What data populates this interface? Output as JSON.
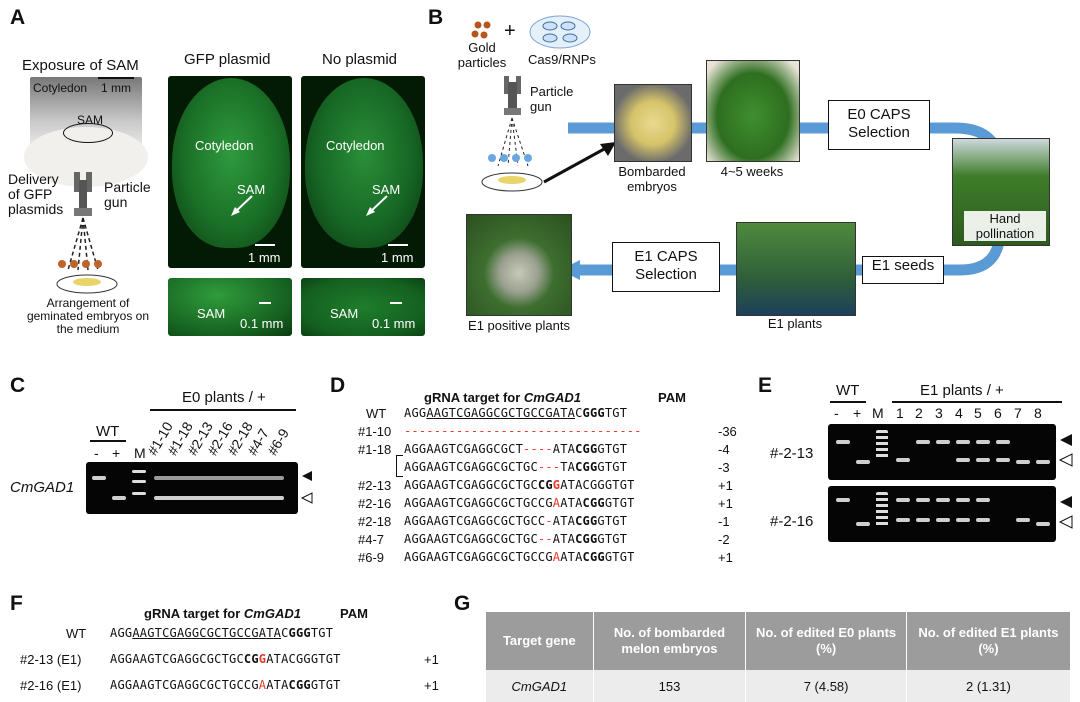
{
  "panelA": {
    "label": "A",
    "exposure_title": "Exposure of SAM",
    "cotyledon_label": "Cotyledon",
    "scale_1mm": "1 mm",
    "sam": "SAM",
    "delivery_label": "Delivery of GFP plasmids",
    "particle_gun": "Particle gun",
    "arrangement_label": "Arrangement of geminated embryos on the medium",
    "gfp_title": "GFP plasmid",
    "noplasmid_title": "No plasmid",
    "cotyledon": "Cotyledon",
    "scale_01mm": "0.1 mm"
  },
  "panelB": {
    "label": "B",
    "gold": "Gold particles",
    "plus": "+",
    "cas9": "Cas9/RNPs",
    "particle_gun": "Particle gun",
    "bombarded": "Bombarded embryos",
    "weeks": "4~5 weeks",
    "e0_caps": "E0 CAPS Selection",
    "hand_pollination": "Hand pollination",
    "e1_seeds": "E1 seeds",
    "e1_plants": "E1 plants",
    "e1_caps": "E1 CAPS Selection",
    "e1_positive": "E1 positive plants"
  },
  "panelC": {
    "label": "C",
    "header": "E0 plants / +",
    "wt": "WT",
    "lanes": [
      "-",
      "+",
      "M",
      "#1-10",
      "#1-18",
      "#2-13",
      "#2-16",
      "#2-18",
      "#4-7",
      "#6-9"
    ],
    "gene": "CmGAD1"
  },
  "panelD": {
    "label": "D",
    "title_prefix": "gRNA target for ",
    "gene": "CmGAD1",
    "pam": "PAM",
    "rows": [
      {
        "name": "WT",
        "seq": "AGGAAGTCGAGGCGCTGCCGATACGGGTGT",
        "delta": ""
      },
      {
        "name": "#1-10",
        "seq": "--------------------------------",
        "delta": "-36"
      },
      {
        "name": "#1-18",
        "seq": "AGGAAGTCGAGGCGCT----ATACGGGTGT",
        "delta": "-4"
      },
      {
        "name": "",
        "seq": "AGGAAGTCGAGGCGCTGC---TACGGGTGT",
        "delta": "-3"
      },
      {
        "name": "#2-13",
        "seq": "AGGAAGTCGAGGCGCTGCCGGATACGGGTGT",
        "delta": "+1"
      },
      {
        "name": "#2-16",
        "seq": "AGGAAGTCGAGGCGCTGCCGAATACGGGTGT",
        "delta": "+1"
      },
      {
        "name": "#2-18",
        "seq": "AGGAAGTCGAGGCGCTGCC-ATACGGGTGT",
        "delta": "-1"
      },
      {
        "name": "#4-7",
        "seq": "AGGAAGTCGAGGCGCTGC--ATACGGGTGT",
        "delta": "-2"
      },
      {
        "name": "#6-9",
        "seq": "AGGAAGTCGAGGCGCTGCCGAATACGGGTGT",
        "delta": "+1"
      }
    ]
  },
  "panelE": {
    "label": "E",
    "wt": "WT",
    "header": "E1 plants / +",
    "lanes": [
      "-",
      "+",
      "M",
      "1",
      "2",
      "3",
      "4",
      "5",
      "6",
      "7",
      "8"
    ],
    "row1": "#-2-13",
    "row2": "#-2-16"
  },
  "panelF": {
    "label": "F",
    "title_prefix": "gRNA target for ",
    "gene": "CmGAD1",
    "pam": "PAM",
    "rows": [
      {
        "name": "WT",
        "seq": "AGGAAGTCGAGGCGCTGCCGATACGGGTGT",
        "delta": ""
      },
      {
        "name": "#2-13 (E1)",
        "seq": "AGGAAGTCGAGGCGCTGCCGGATACGGGTGT",
        "delta": "+1"
      },
      {
        "name": "#2-16 (E1)",
        "seq": "AGGAAGTCGAGGCGCTGCCGAATACGGGTGT",
        "delta": "+1"
      }
    ]
  },
  "panelG": {
    "label": "G",
    "headers": [
      "Target gene",
      "No. of bombarded melon embryos",
      "No. of edited E0 plants (%)",
      "No. of edited E1 plants (%)"
    ],
    "row": [
      "CmGAD1",
      "153",
      "7 (4.58)",
      "2 (1.31)"
    ]
  },
  "colors": {
    "mutation_red": "#e53b2a",
    "flow_blue": "#5b9bd5",
    "gfp_green": "#1e7a2a"
  }
}
